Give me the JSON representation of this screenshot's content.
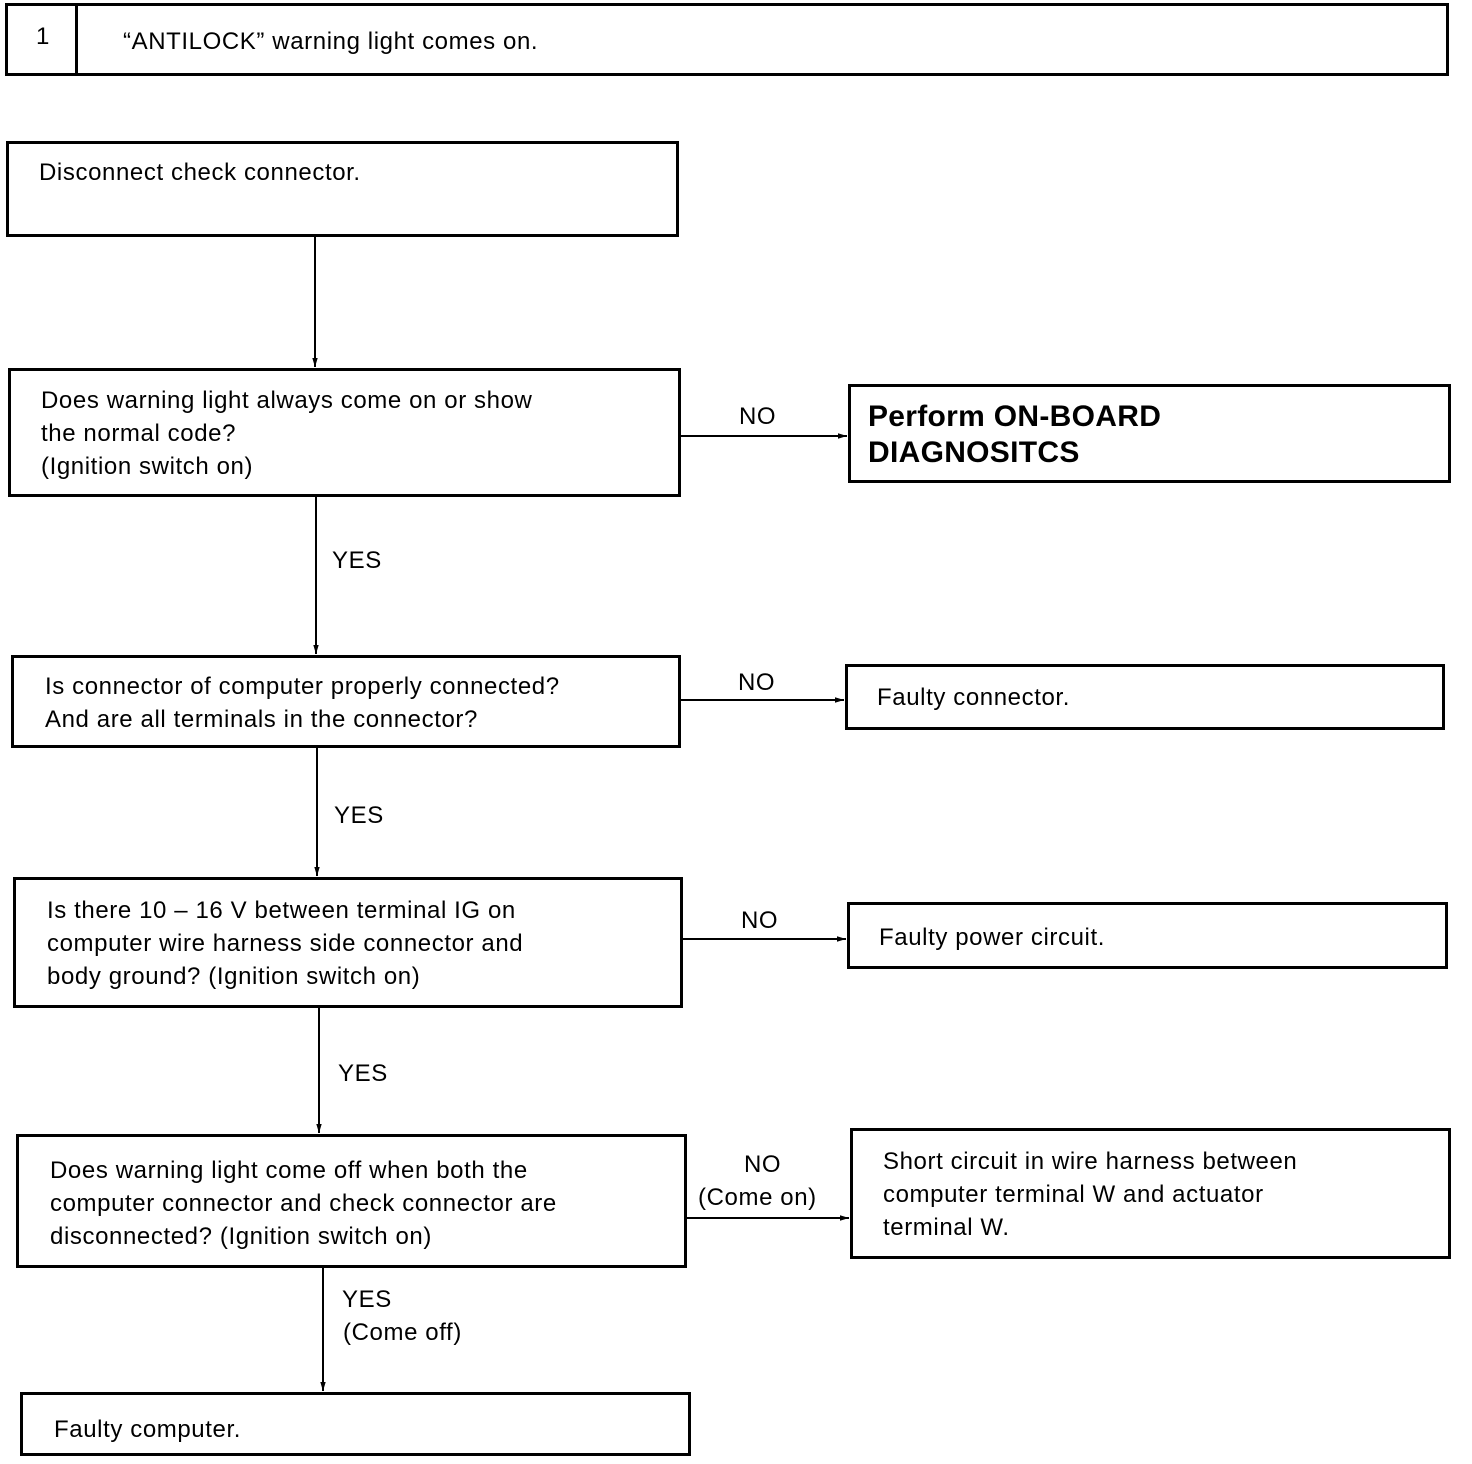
{
  "header": {
    "number": "1",
    "title": "“ANTILOCK” warning light comes on."
  },
  "steps": {
    "disconnect": "Disconnect check connector.",
    "q1": [
      "Does warning light always come on or show",
      "the normal code?",
      "(Ignition switch on)"
    ],
    "q2": [
      "Is connector of computer properly connected?",
      "And are all terminals in the connector?"
    ],
    "q3": [
      "Is there 10 – 16 V between terminal IG on",
      "computer wire harness side connector and",
      "body ground? (Ignition switch on)"
    ],
    "q4": [
      "Does warning light come off when both the",
      "computer connector and check connector are",
      "disconnected? (Ignition switch on)"
    ],
    "final": "Faulty computer."
  },
  "results": {
    "r1": [
      "Perform ON-BOARD",
      "DIAGNOSITCS"
    ],
    "r2": "Faulty connector.",
    "r3": "Faulty power circuit.",
    "r4": [
      "Short circuit in wire harness between",
      "computer terminal W and actuator",
      "terminal W."
    ]
  },
  "labels": {
    "no": "NO",
    "yes": "YES",
    "come_on": "(Come on)",
    "come_off": "(Come off)"
  }
}
